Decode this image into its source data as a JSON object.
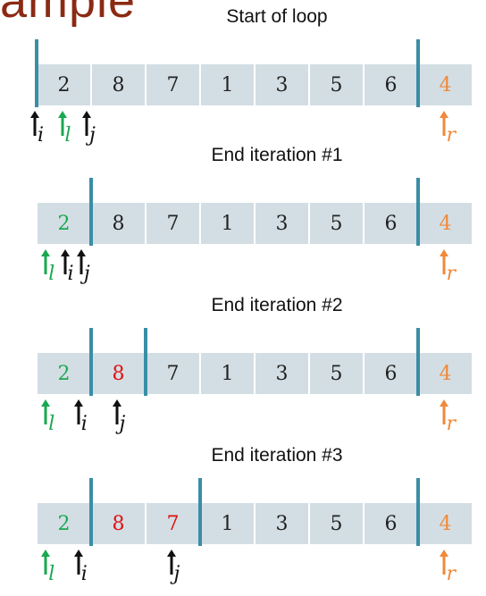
{
  "heading_partial": "ample",
  "colors": {
    "l": "#1aa851",
    "i": "#111111",
    "j": "#111111",
    "r": "#f0893a",
    "highlight": "#e01010",
    "cell_bg": "#d3dee4",
    "divider": "#3a8ea6"
  },
  "panels": [
    {
      "title": "Start of loop",
      "cells": [
        "2",
        "8",
        "7",
        "1",
        "3",
        "5",
        "6",
        "4"
      ],
      "cell_colors": [
        "#222",
        "#222",
        "#222",
        "#222",
        "#222",
        "#222",
        "#222",
        "#f0893a"
      ],
      "dividers_after": [
        -1,
        6
      ],
      "pointers": [
        {
          "label": "i",
          "slot": -0.5,
          "color": "#111111"
        },
        {
          "label": "l",
          "slot": 0.0,
          "color": "#1aa851"
        },
        {
          "label": "j",
          "slot": 0.45,
          "color": "#111111"
        },
        {
          "label": "r",
          "slot": 7.0,
          "color": "#f0893a"
        }
      ]
    },
    {
      "title": "End iteration #1",
      "cells": [
        "2",
        "8",
        "7",
        "1",
        "3",
        "5",
        "6",
        "4"
      ],
      "cell_colors": [
        "#1aa851",
        "#222",
        "#222",
        "#222",
        "#222",
        "#222",
        "#222",
        "#f0893a"
      ],
      "dividers_after": [
        0,
        6
      ],
      "pointers": [
        {
          "label": "l",
          "slot": -0.3,
          "color": "#1aa851"
        },
        {
          "label": "i",
          "slot": 0.05,
          "color": "#111111"
        },
        {
          "label": "j",
          "slot": 0.35,
          "color": "#111111"
        },
        {
          "label": "r",
          "slot": 7.0,
          "color": "#f0893a"
        }
      ]
    },
    {
      "title": "End iteration #2",
      "cells": [
        "2",
        "8",
        "7",
        "1",
        "3",
        "5",
        "6",
        "4"
      ],
      "cell_colors": [
        "#1aa851",
        "#e01010",
        "#222",
        "#222",
        "#222",
        "#222",
        "#222",
        "#f0893a"
      ],
      "dividers_after": [
        0,
        1,
        6
      ],
      "pointers": [
        {
          "label": "l",
          "slot": -0.3,
          "color": "#1aa851"
        },
        {
          "label": "i",
          "slot": 0.3,
          "color": "#111111"
        },
        {
          "label": "j",
          "slot": 1.0,
          "color": "#111111"
        },
        {
          "label": "r",
          "slot": 7.0,
          "color": "#f0893a"
        }
      ]
    },
    {
      "title": "End iteration #3",
      "cells": [
        "2",
        "8",
        "7",
        "1",
        "3",
        "5",
        "6",
        "4"
      ],
      "cell_colors": [
        "#1aa851",
        "#e01010",
        "#e01010",
        "#222",
        "#222",
        "#222",
        "#222",
        "#f0893a"
      ],
      "dividers_after": [
        0,
        2,
        6
      ],
      "pointers": [
        {
          "label": "l",
          "slot": -0.3,
          "color": "#1aa851"
        },
        {
          "label": "i",
          "slot": 0.3,
          "color": "#111111"
        },
        {
          "label": "j",
          "slot": 2.0,
          "color": "#111111"
        },
        {
          "label": "r",
          "slot": 7.0,
          "color": "#f0893a"
        }
      ]
    }
  ]
}
